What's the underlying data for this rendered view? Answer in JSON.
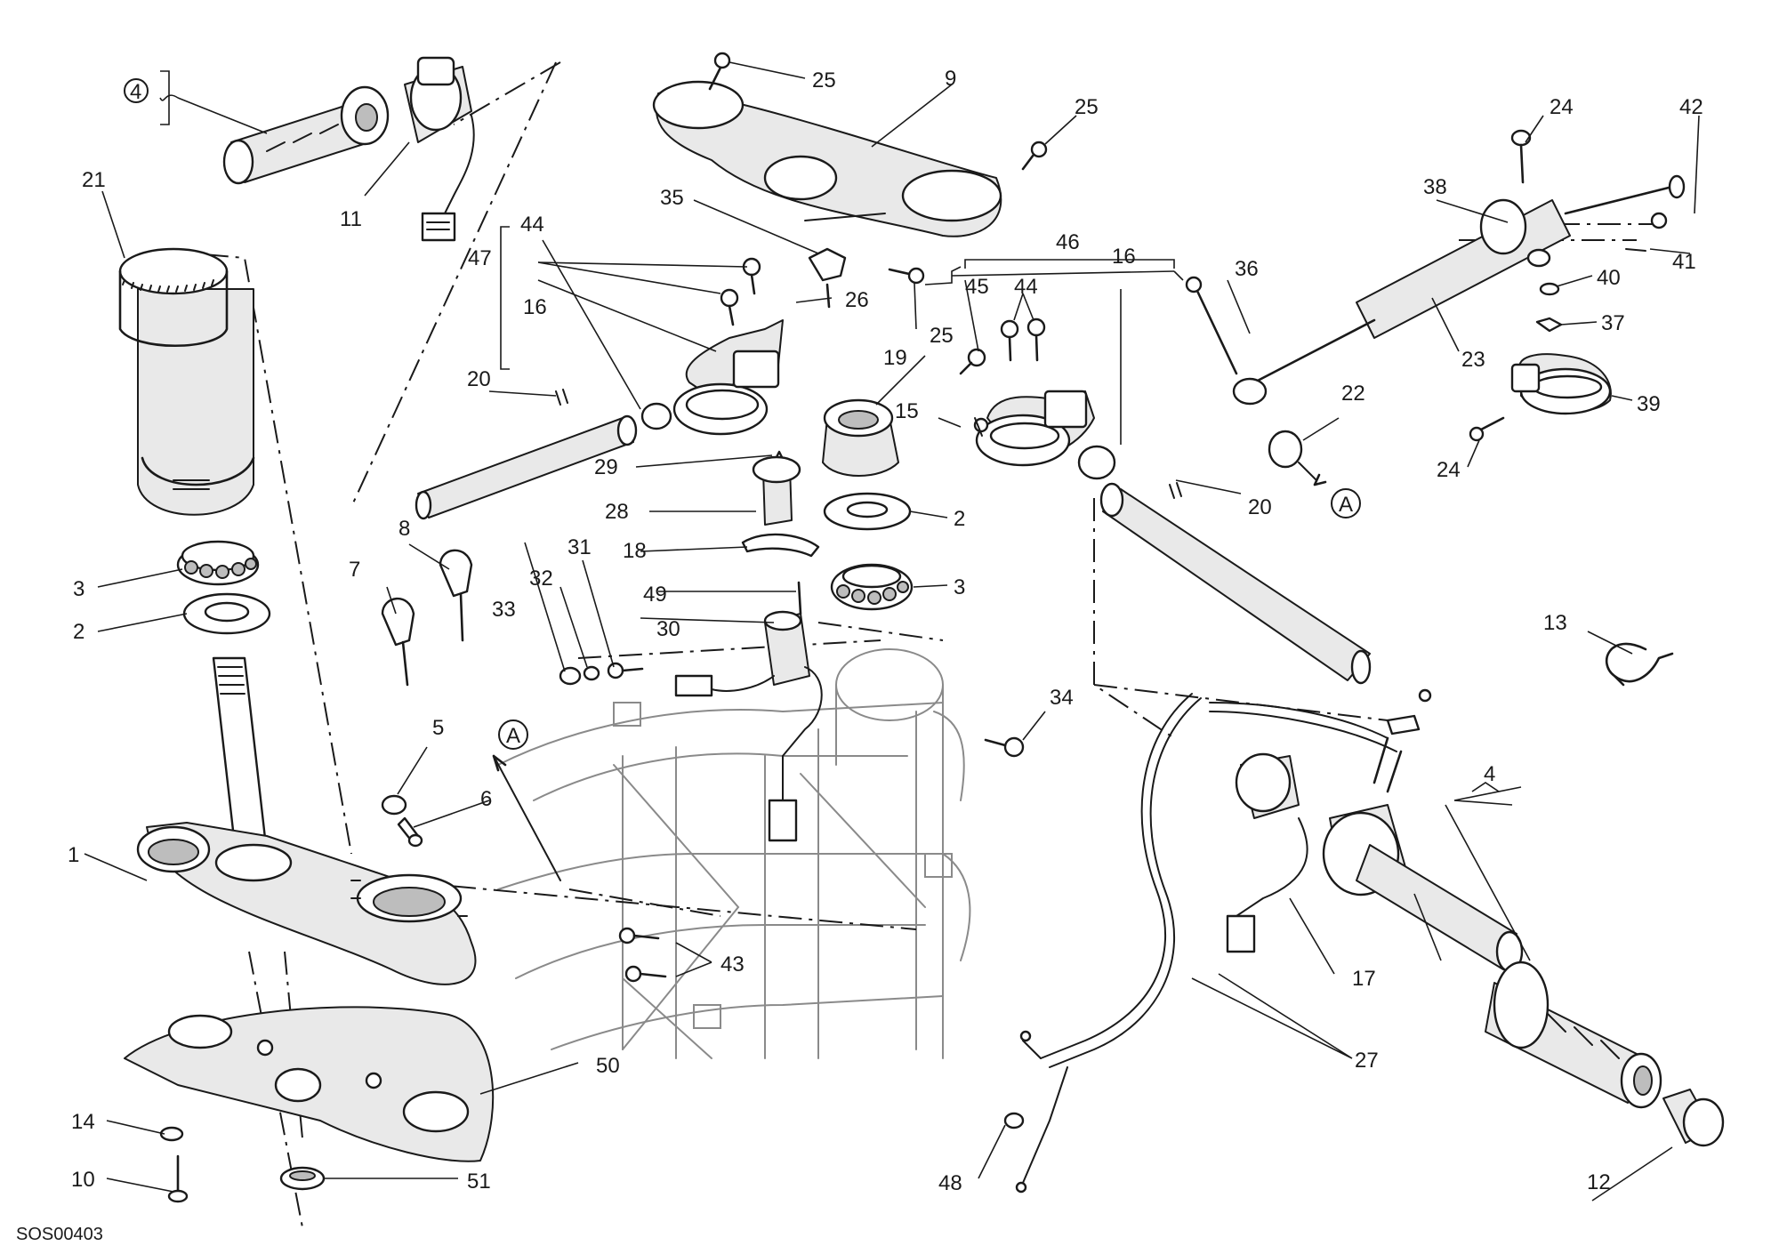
{
  "drawing_code": "SOS00403",
  "labels": {
    "n1": "1",
    "n2a": "2",
    "n2b": "2",
    "n3a": "3",
    "n3b": "3",
    "n4": "4",
    "n4circ": "4",
    "n5": "5",
    "n6": "6",
    "n7": "7",
    "n8": "8",
    "n9": "9",
    "n10": "10",
    "n11": "11",
    "n12": "12",
    "n13": "13",
    "n14": "14",
    "n15": "15",
    "n16a": "16",
    "n16b": "16",
    "n17": "17",
    "n18": "18",
    "n19": "19",
    "n20a": "20",
    "n20b": "20",
    "n21": "21",
    "n22": "22",
    "n23": "23",
    "n24a": "24",
    "n24b": "24",
    "n25a": "25",
    "n25b": "25",
    "n25c": "25",
    "n26": "26",
    "n27": "27",
    "n28": "28",
    "n29": "29",
    "n30": "30",
    "n31": "31",
    "n32": "32",
    "n33": "33",
    "n34": "34",
    "n35": "35",
    "n36": "36",
    "n37": "37",
    "n38": "38",
    "n39": "39",
    "n40": "40",
    "n41": "41",
    "n42": "42",
    "n43": "43",
    "n44a": "44",
    "n44b": "44",
    "n45": "45",
    "n46": "46",
    "n47": "47",
    "n48": "48",
    "n49": "49",
    "n50": "50",
    "n51": "51",
    "refA1": "A",
    "refA2": "A"
  }
}
